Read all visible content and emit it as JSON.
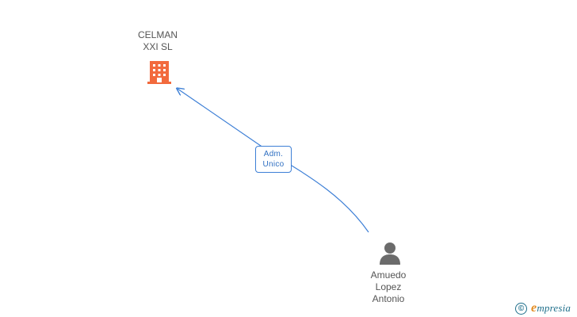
{
  "company": {
    "name_line1": "CELMAN",
    "name_line2": "XXI SL",
    "icon": "building-icon",
    "color": "#f26a3d"
  },
  "person": {
    "name_line1": "Amuedo",
    "name_line2": "Lopez",
    "name_line3": "Antonio",
    "icon": "person-icon",
    "color": "#6b6b6b"
  },
  "relation": {
    "line1": "Adm.",
    "line2": "Unico",
    "color": "#3d7fd6"
  },
  "brand": {
    "copyright": "©",
    "first_letter": "e",
    "rest": "mpresia",
    "color": "#1f6f8b",
    "accent": "#e38b21"
  }
}
